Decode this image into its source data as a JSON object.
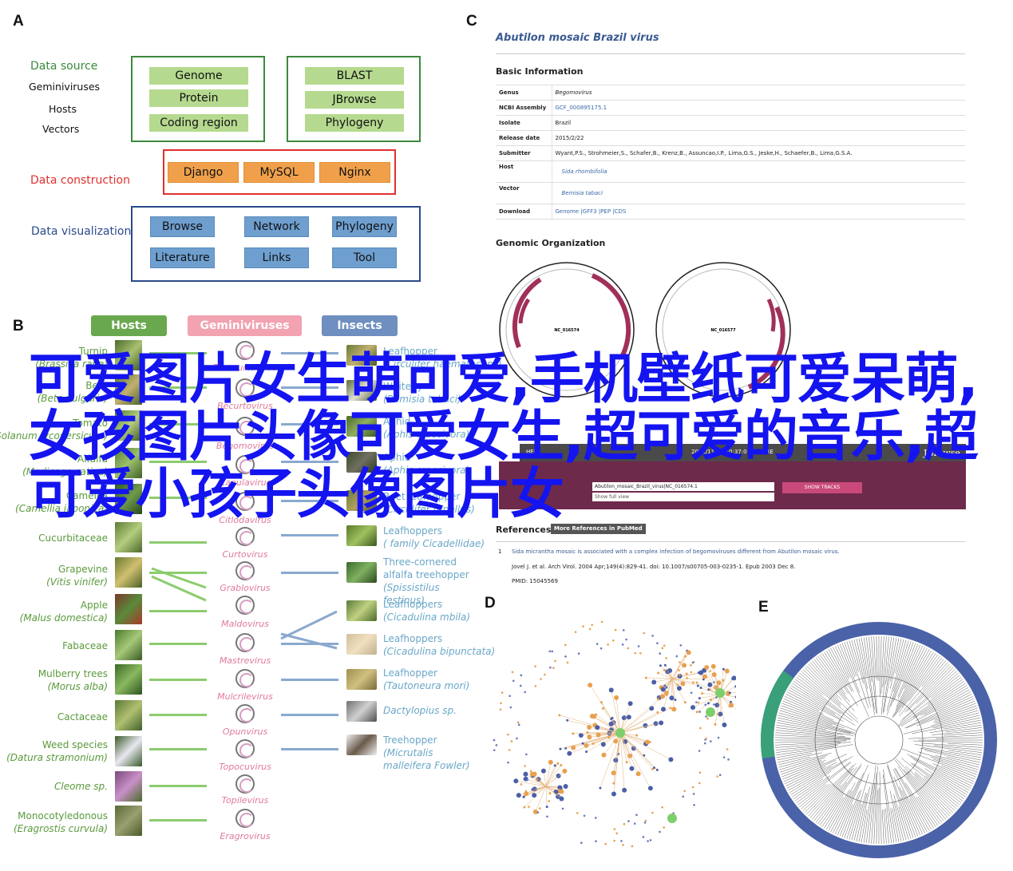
{
  "panels": {
    "a": "A",
    "b": "B",
    "c": "C",
    "d": "D",
    "e": "E"
  },
  "panel_a": {
    "data_source": "Data source",
    "sources": [
      "Geminiviruses",
      "Hosts",
      "Vectors"
    ],
    "box1": [
      "Genome",
      "Protein",
      "Coding region"
    ],
    "box2": [
      "BLAST",
      "JBrowse",
      "Phylogeny"
    ],
    "data_construction": "Data construction",
    "box3": [
      "Django",
      "MySQL",
      "Nginx"
    ],
    "data_visualization": "Data visualization",
    "box4": [
      "Browse",
      "Network",
      "Phylogeny",
      "Literature",
      "Links",
      "Tool"
    ]
  },
  "panel_b": {
    "headers": {
      "hosts": "Hosts",
      "gemini": "Geminiviruses",
      "insects": "Insects"
    },
    "hosts": [
      {
        "name": "Turnip",
        "latin": "(Brassica rapa)"
      },
      {
        "name": "Beet",
        "latin": "(Beta vulgaris)"
      },
      {
        "name": "Tomato",
        "latin": "(Solanum lycopersicum)"
      },
      {
        "name": "Alfalfa",
        "latin": "(Medicago sativa)"
      },
      {
        "name": "Camellia",
        "latin": "(Camellia japonica)"
      },
      {
        "name": "Cucurbitaceae",
        "latin": ""
      },
      {
        "name": "Grapevine",
        "latin": "(Vitis vinifer)"
      },
      {
        "name": "Apple",
        "latin": "(Malus domestica)"
      },
      {
        "name": "Fabaceae",
        "latin": ""
      },
      {
        "name": "Mulberry trees",
        "latin": "(Morus alba)"
      },
      {
        "name": "Cactaceae",
        "latin": ""
      },
      {
        "name": "Weed species",
        "latin": "(Datura stramonium)"
      },
      {
        "name": "",
        "latin": "Cleome sp."
      },
      {
        "name": "Monocotyledonous",
        "latin": "(Eragrostis curvula)"
      }
    ],
    "genera": [
      "Turncurtovirus",
      "Becurtovirus",
      "Begomovirus",
      "Capulavirus",
      "Citlodavirus",
      "Curtovirus",
      "Grablovirus",
      "Maldovirus",
      "Mastrevirus",
      "Mulcrilevirus",
      "Opunvirus",
      "Topocuvirus",
      "Topilevirus",
      "Eragrovirus"
    ],
    "insects": [
      {
        "name": "Leafhopper",
        "latin": "(Circulifer haematoceps)"
      },
      {
        "name": "Whitefly",
        "latin": "(Bemisia tabaci)"
      },
      {
        "name": "Aphid",
        "latin": "(Aphis craccivora)"
      },
      {
        "name": "Aphid",
        "latin": "(Aphis craccivora)"
      },
      {
        "name": "Beet leafhopper",
        "latin": "(Circulifer tenellus)"
      },
      {
        "name": "Leafhoppers",
        "latin": "( family Cicadellidae)"
      },
      {
        "name": "Three-cornered alfalfa treehopper",
        "latin": "(Spissistilus festinus)"
      },
      {
        "name": "Leafhoppers",
        "latin": "(Cicadulina mbila)"
      },
      {
        "name": "Leafhoppers",
        "latin": "(Cicadulina bipunctata)"
      },
      {
        "name": "Leafhopper",
        "latin": "(Tautoneura mori)"
      },
      {
        "name": "",
        "latin": "Dactylopius sp."
      },
      {
        "name": "Treehopper",
        "latin": "(Micrutalis malleifera Fowler)"
      }
    ]
  },
  "panel_c": {
    "title": "Abutilon mosaic Brazil virus",
    "basic_info": "Basic Information",
    "rows": [
      {
        "k": "Genus",
        "v": "Begomovirus"
      },
      {
        "k": "NCBI Assembly",
        "v": "GCF_000895175.1"
      },
      {
        "k": "Isolate",
        "v": "Brazil"
      },
      {
        "k": "Release date",
        "v": "2015/2/22"
      },
      {
        "k": "Submitter",
        "v": "Wyant,P.S., Strohmeier,S., Schafer,B., Krenz,B., Assuncao,I.P., Lima,G.S., Jeske,H., Schaefer,B., Lima,G.S.A."
      },
      {
        "k": "Host",
        "v": "Sida rhombifolia"
      },
      {
        "k": "Vector",
        "v": "Bemisia tabaci"
      },
      {
        "k": "Download",
        "v": "Genome |GFF3 |PEP |CDS"
      }
    ],
    "genomic": "Genomic Organization",
    "plasmid1": "NC_016574",
    "plasmid2": "NC_016577",
    "jbrowse_bar": {
      "help": "HELP",
      "date": "2022/11/23 10:37:0",
      "share": "SHARE",
      "brand": "JBrowse"
    },
    "jbrowse_input": "Abutilon_mosaic_Brazil_virus|NC_016574.1",
    "jbrowse_view": "Show full view",
    "jbrowse_btn": "SHOW TRACKS",
    "references": "References",
    "more_refs": "More References in PubMed",
    "ref_index": "1",
    "ref_title": "Sida micrantha mosaic is associated with a complex infection of begomoviruses different from Abutilon mosaic virus.",
    "ref_authors": "Jovel J. et al.  Arch Virol. 2004 Apr;149(4):829-41. doi: 10.1007/s00705-003-0235-1. Epub 2003 Dec 8.",
    "ref_pmid": "PMID: 15045569"
  },
  "overlay_text": "可爱图片女生萌可爱,手机壁纸可爱呆萌,女孩图片头像可爱女生,超可爱的音乐,超可爱小孩子头像图片女",
  "colors": {
    "green": "#5b9a3d",
    "red": "#e0302f",
    "blue": "#2b4a8b",
    "overlay": "#1414f0"
  }
}
